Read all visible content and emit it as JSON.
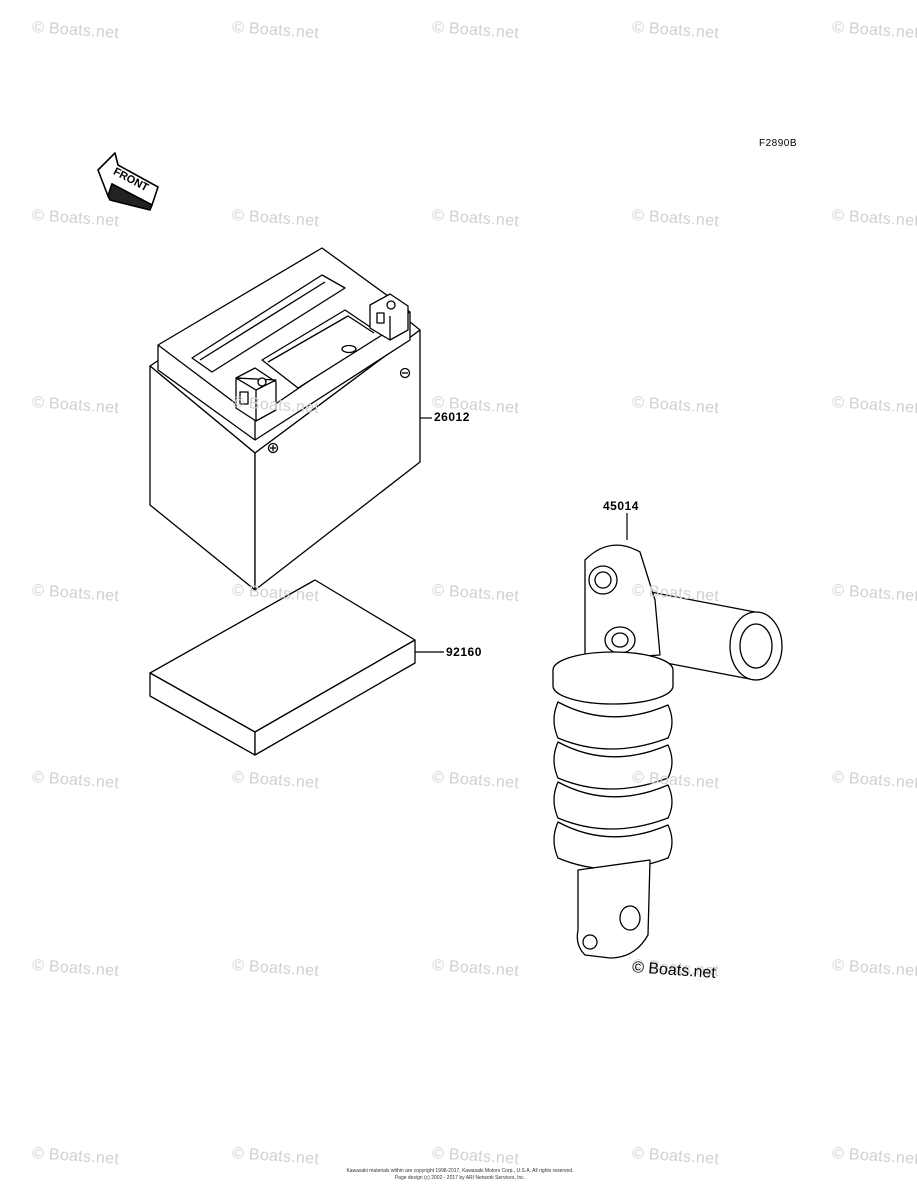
{
  "diagram": {
    "figure_code": "F2890B",
    "front_label": "FRONT",
    "parts": [
      {
        "number": "26012",
        "name": "battery"
      },
      {
        "number": "92160",
        "name": "battery-pad"
      },
      {
        "number": "45014",
        "name": "rear-shock-absorber"
      }
    ]
  },
  "watermark": {
    "text": "© Boats.net",
    "color": "#d0d0d0"
  },
  "credit": "© Boats.net",
  "footer": {
    "line1": "Kawasaki materials within are copyright 1998-2017, Kawasaki Motors Corp., U.S.A. All rights reserved.",
    "line2": "Page design (c) 2002 - 2017 by ARI Network Services, Inc."
  }
}
